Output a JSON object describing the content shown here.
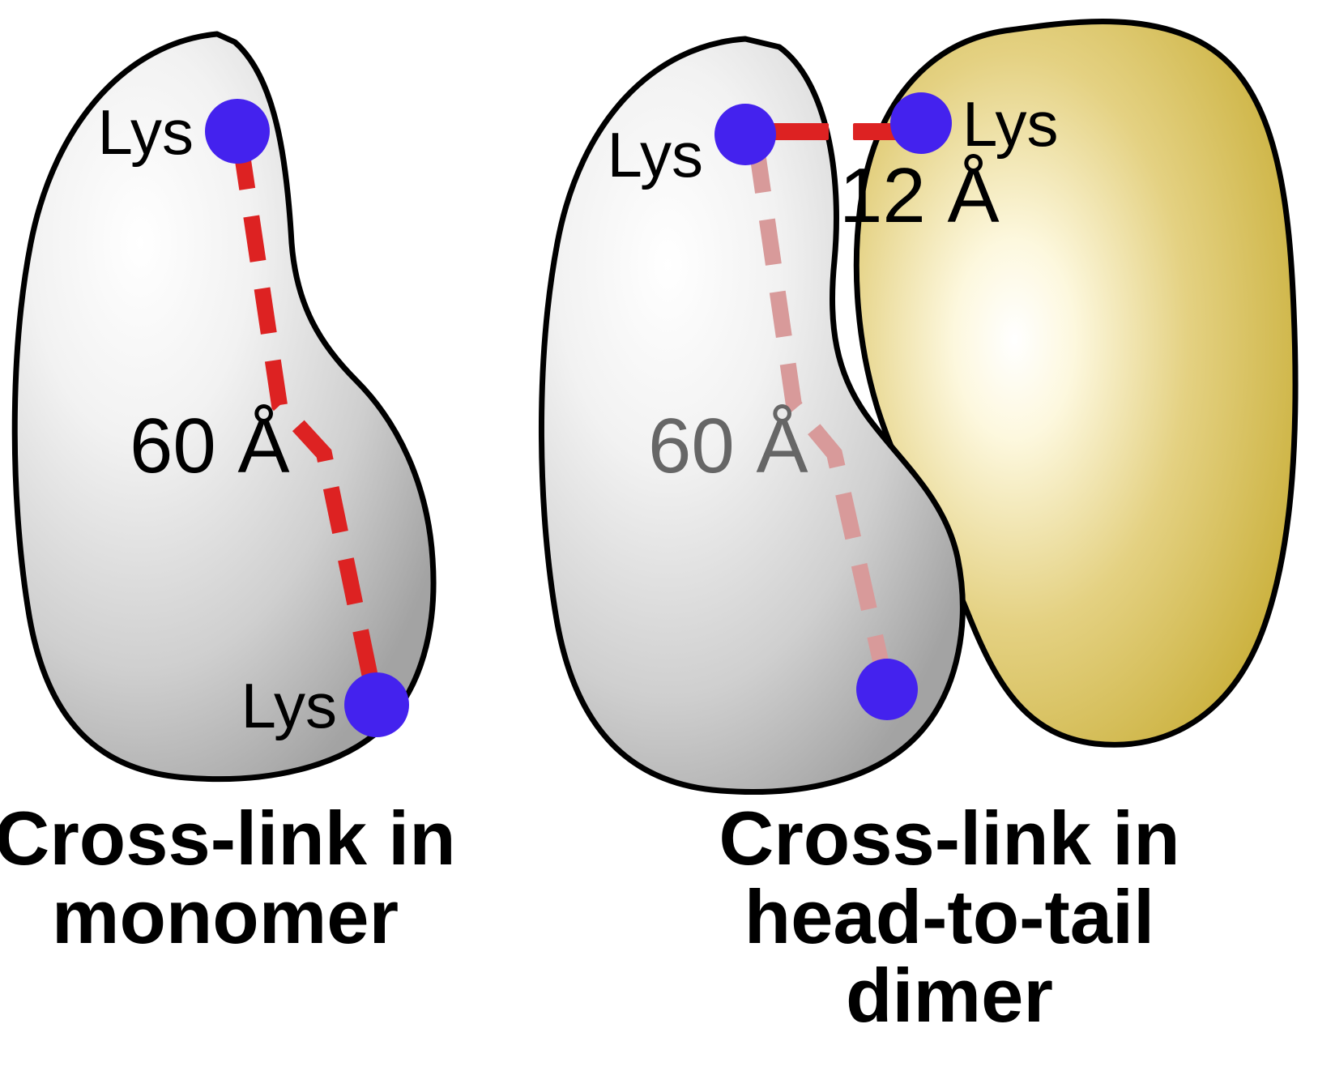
{
  "figure": {
    "title": "Cross-link distance comparison between monomer and head-to-tail dimer",
    "background_color": "#ffffff"
  },
  "colors": {
    "crosslink_red": "#DD2222",
    "crosslink_red_faded": "#D89A9A",
    "lysine_blue": "#4422EE",
    "protein_gray_light": "#FFFFFF",
    "protein_gray_dark": "#A6A6A6",
    "protein_yellow_light": "#FFFDF0",
    "protein_yellow_dark": "#C9AF34",
    "outline_black": "#000000",
    "label_black": "#000000",
    "label_gray": "#666666"
  },
  "panels": [
    {
      "id": "monomer",
      "caption_lines": [
        "Cross-link in",
        "monomer"
      ],
      "subunits": [
        {
          "name": "protein-monomer-gray",
          "fill": "gray-gradient"
        }
      ],
      "residues": [
        {
          "label": "Lys",
          "label_color": "#000000",
          "position": "top"
        },
        {
          "label": "Lys",
          "label_color": "#000000",
          "position": "bottom"
        }
      ],
      "crosslinks": [
        {
          "label": "60 Å",
          "value": 60,
          "unit": "Å",
          "style": "dashed",
          "color": "#DD2222",
          "label_color": "#000000",
          "state": "active"
        }
      ]
    },
    {
      "id": "head-to-tail-dimer",
      "caption_lines": [
        "Cross-link in",
        "head-to-tail",
        "dimer"
      ],
      "subunits": [
        {
          "name": "protein-dimer-gray",
          "fill": "gray-gradient"
        },
        {
          "name": "protein-dimer-yellow",
          "fill": "yellow-gradient"
        }
      ],
      "residues": [
        {
          "label": "Lys",
          "label_color": "#000000",
          "position": "gray-top"
        },
        {
          "label": "",
          "label_color": "#000000",
          "position": "gray-bottom"
        },
        {
          "label": "Lys",
          "label_color": "#000000",
          "position": "yellow-top"
        }
      ],
      "crosslinks": [
        {
          "label": "60 Å",
          "value": 60,
          "unit": "Å",
          "style": "dashed",
          "color": "#D89A9A",
          "label_color": "#666666",
          "state": "faded"
        },
        {
          "label": "12 Å",
          "value": 12,
          "unit": "Å",
          "style": "solid-dashed",
          "color": "#DD2222",
          "label_color": "#000000",
          "state": "active"
        }
      ]
    }
  ],
  "labels": {
    "left_lys_top": "Lys",
    "left_lys_bottom": "Lys",
    "left_distance": "60 Å",
    "right_lys_gray": "Lys",
    "right_lys_yellow": "Lys",
    "right_distance_60": "60 Å",
    "right_distance_12": "12 Å"
  },
  "captions": {
    "left": {
      "line1": "Cross-link in",
      "line2": "monomer"
    },
    "right": {
      "line1": "Cross-link in",
      "line2": "head-to-tail",
      "line3": "dimer"
    }
  }
}
